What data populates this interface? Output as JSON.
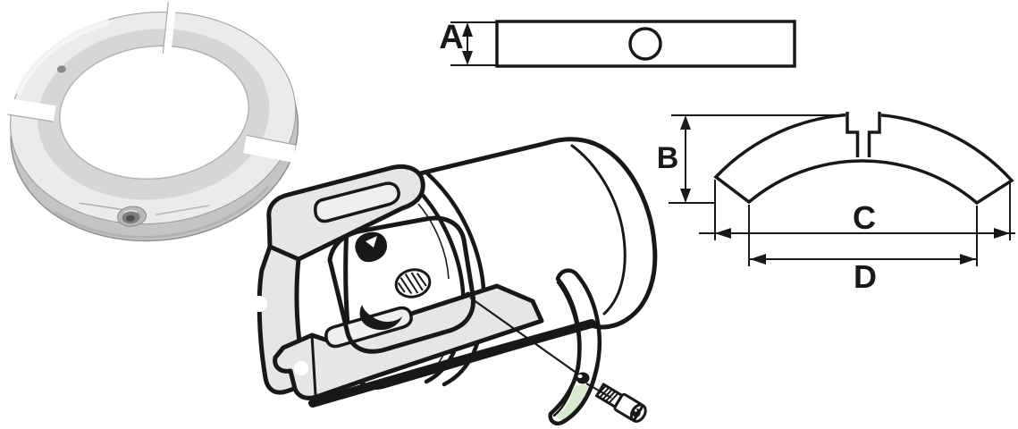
{
  "labels": {
    "dim_a": "A",
    "dim_b": "B",
    "dim_c": "C",
    "dim_d": "D"
  },
  "colors": {
    "background": "#ffffff",
    "line": "#181818",
    "part_fill": "#e6e6e4",
    "slot_fill": "#efefed",
    "diagram_fill": "#ffffff",
    "anode_accent": "#d8e9d0",
    "metal_light": "#ebebeb",
    "metal_mid": "#d6d6d6",
    "metal_band": "#c4c4c4",
    "metal_edge": "#8f8f8f"
  }
}
